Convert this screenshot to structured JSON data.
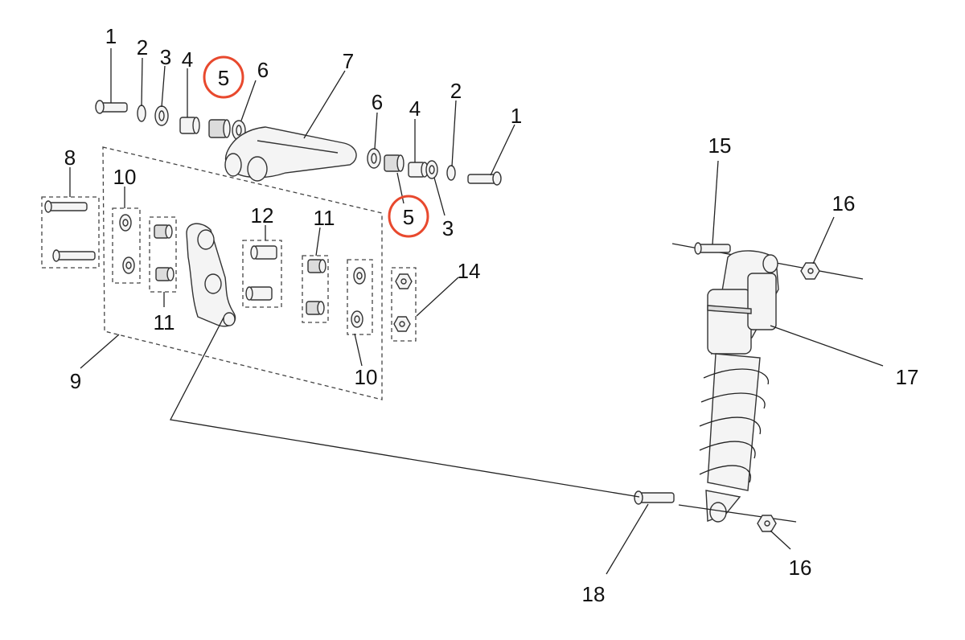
{
  "callouts": {
    "c1a": "1",
    "c2a": "2",
    "c3a": "3",
    "c4a": "4",
    "c5a": "5",
    "c6a": "6",
    "c7": "7",
    "c6b": "6",
    "c4b": "4",
    "c2b": "2",
    "c1b": "1",
    "c5b": "5",
    "c3b": "3",
    "c8": "8",
    "c10a": "10",
    "c12": "12",
    "c11a": "11",
    "c14": "14",
    "c11b": "11",
    "c9": "9",
    "c10b": "10",
    "c15": "15",
    "c16a": "16",
    "c17": "17",
    "c16b": "16",
    "c18": "18"
  },
  "colors": {
    "highlight": "#e8492e",
    "line": "#222222",
    "part_fill": "#f4f4f4"
  },
  "highlighted_parts": [
    "5"
  ]
}
